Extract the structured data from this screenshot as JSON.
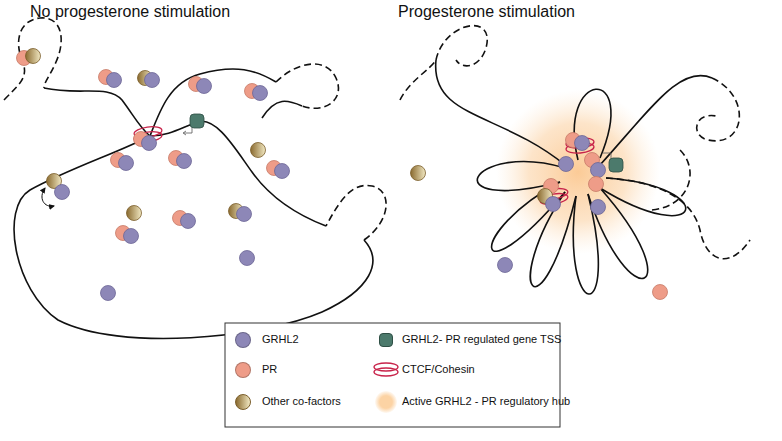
{
  "diagram": {
    "labels": [
      "No progesterone stimulation",
      "Progesterone stimulation"
    ],
    "legend": [
      {
        "text": "GRHL2",
        "color": "#8d87b7"
      },
      {
        "text": "PR",
        "color": "#ee9c88"
      },
      {
        "text": "Other co-factors"
      },
      {
        "text": "GRHL2- PR regulated gene TSS",
        "color": "#4c7a6c"
      },
      {
        "text": "CTCF/Cohesin"
      },
      {
        "text": "Active GRHL2 - PR regulatory hub",
        "color": "#fcd3a4"
      }
    ]
  }
}
